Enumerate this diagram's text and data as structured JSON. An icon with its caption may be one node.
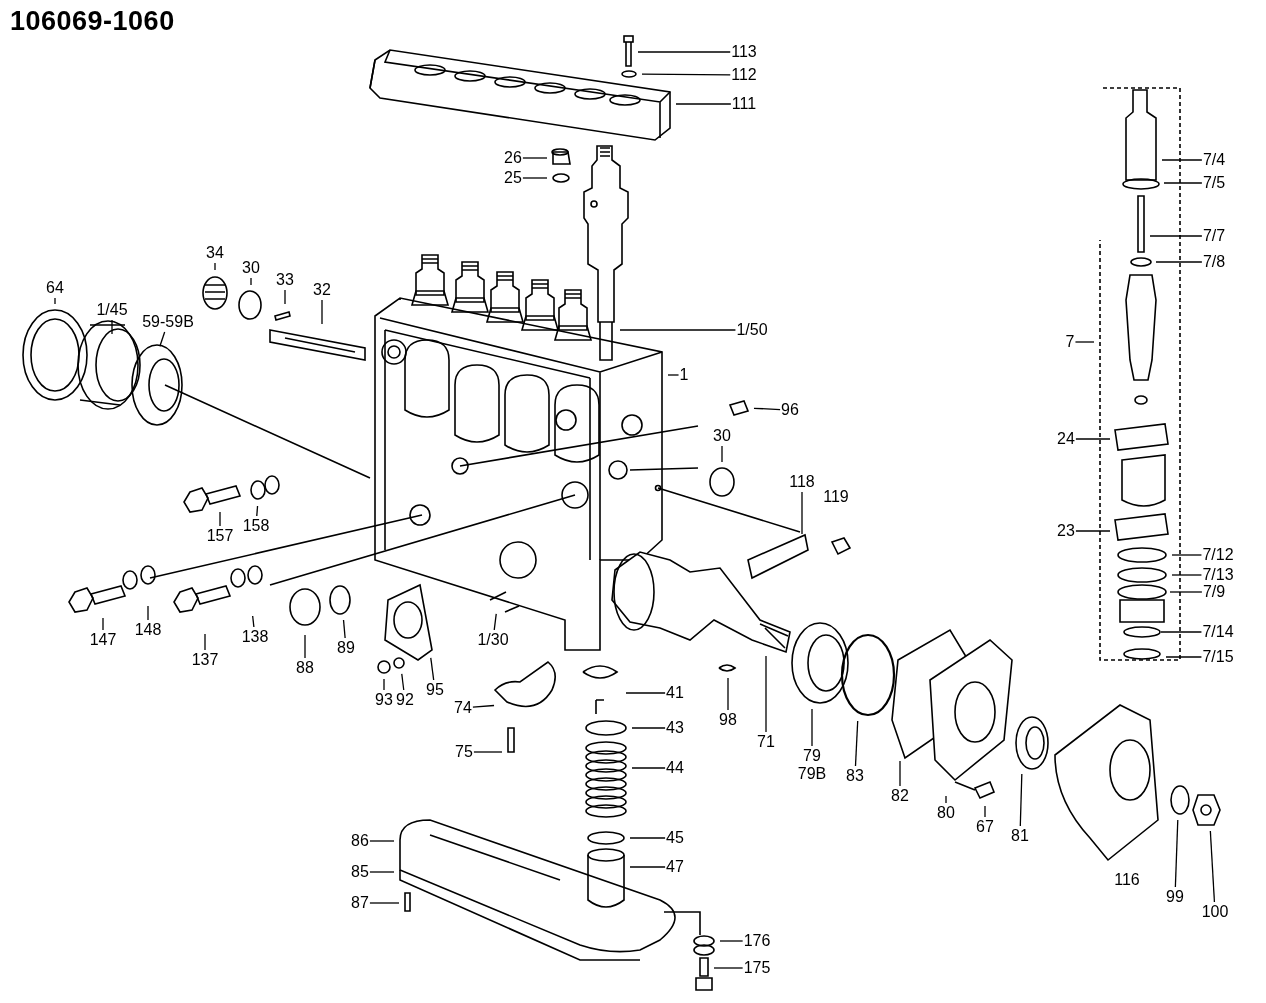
{
  "diagram": {
    "title": "106069-1060",
    "nodes": [
      {
        "text": [
          "113"
        ]
      },
      {
        "text": [
          "112"
        ]
      },
      {
        "text": [
          "111"
        ]
      },
      {
        "text": [
          "26"
        ]
      },
      {
        "text": [
          "25"
        ]
      },
      {
        "text": [
          "1/50"
        ]
      },
      {
        "text": [
          "1"
        ]
      },
      {
        "text": [
          "96"
        ]
      },
      {
        "text": [
          "30"
        ]
      },
      {
        "text": [
          "118"
        ]
      },
      {
        "text": [
          "34"
        ]
      },
      {
        "text": [
          "30"
        ]
      },
      {
        "text": [
          "33"
        ]
      },
      {
        "text": [
          "32"
        ]
      },
      {
        "text": [
          "64"
        ]
      },
      {
        "text": [
          "1/45"
        ]
      },
      {
        "text": [
          "59-59B"
        ]
      },
      {
        "text": [
          "7/4"
        ]
      },
      {
        "text": [
          "7/5"
        ]
      },
      {
        "text": [
          "7/7"
        ]
      },
      {
        "text": [
          "7/8"
        ]
      },
      {
        "text": [
          "7"
        ]
      },
      {
        "text": [
          "24"
        ]
      },
      {
        "text": [
          "23"
        ]
      },
      {
        "text": [
          "7/12"
        ]
      },
      {
        "text": [
          "7/13"
        ]
      },
      {
        "text": [
          "7/9"
        ]
      },
      {
        "text": [
          "7/14"
        ]
      },
      {
        "text": [
          "7/15"
        ]
      },
      {
        "text": [
          "157"
        ]
      },
      {
        "text": [
          "158"
        ]
      },
      {
        "text": [
          "147"
        ]
      },
      {
        "text": [
          "148"
        ]
      },
      {
        "text": [
          "137"
        ]
      },
      {
        "text": [
          "138"
        ]
      },
      {
        "text": [
          "88"
        ]
      },
      {
        "text": [
          "89"
        ]
      },
      {
        "text": [
          "95"
        ]
      },
      {
        "text": [
          "93"
        ]
      },
      {
        "text": [
          "92"
        ]
      },
      {
        "text": [
          "1/30"
        ]
      },
      {
        "text": [
          "74"
        ]
      },
      {
        "text": [
          "75"
        ]
      },
      {
        "text": [
          "41"
        ]
      },
      {
        "text": [
          "43"
        ]
      },
      {
        "text": [
          "44"
        ]
      },
      {
        "text": [
          "45"
        ]
      },
      {
        "text": [
          "47"
        ]
      },
      {
        "text": [
          "86"
        ]
      },
      {
        "text": [
          "85"
        ]
      },
      {
        "text": [
          "87"
        ]
      },
      {
        "text": [
          "176"
        ]
      },
      {
        "text": [
          "175"
        ]
      },
      {
        "text": [
          "98"
        ]
      },
      {
        "text": [
          "71"
        ]
      },
      {
        "text": [
          "79",
          "79B"
        ]
      },
      {
        "text": [
          "83"
        ]
      },
      {
        "text": [
          "82"
        ]
      },
      {
        "text": [
          "80"
        ]
      },
      {
        "text": [
          "67"
        ]
      },
      {
        "text": [
          "81"
        ]
      },
      {
        "text": [
          "99"
        ]
      },
      {
        "text": [
          "100"
        ]
      }
    ],
    "edges": [
      {
        "from": 0,
        "to": null,
        "arrow": "none"
      },
      {
        "from": 1,
        "to": null,
        "arrow": "none"
      },
      {
        "from": 2,
        "to": null,
        "arrow": "none"
      },
      {
        "from": 3,
        "to": null,
        "arrow": "none"
      },
      {
        "from": 4,
        "to": null,
        "arrow": "none"
      },
      {
        "from": 5,
        "to": null,
        "arrow": "none"
      },
      {
        "from": 6,
        "to": null,
        "arrow": "none"
      },
      {
        "from": 7,
        "to": null,
        "arrow": "none"
      },
      {
        "from": 8,
        "to": null,
        "arrow": "none"
      },
      {
        "from": 9,
        "to": null,
        "arrow": "none"
      },
      {
        "from": 10,
        "to": null,
        "arrow": "none"
      },
      {
        "from": 11,
        "to": null,
        "arrow": "none"
      },
      {
        "from": 12,
        "to": null,
        "arrow": "none"
      },
      {
        "from": 13,
        "to": null,
        "arrow": "none"
      },
      {
        "from": 14,
        "to": null,
        "arrow": "none"
      },
      {
        "from": 15,
        "to": null,
        "arrow": "none"
      },
      {
        "from": 16,
        "to": null,
        "arrow": "none"
      },
      {
        "from": 17,
        "to": null,
        "arrow": "none"
      },
      {
        "from": 18,
        "to": null,
        "arrow": "none"
      },
      {
        "from": 19,
        "to": null,
        "arrow": "none"
      },
      {
        "from": 20,
        "to": null,
        "arrow": "none"
      },
      {
        "from": 21,
        "to": null,
        "arrow": "none"
      },
      {
        "from": 22,
        "to": null,
        "arrow": "none"
      },
      {
        "from": 23,
        "to": null,
        "arrow": "none"
      },
      {
        "from": 24,
        "to": null,
        "arrow": "none"
      },
      {
        "from": 25,
        "to": null,
        "arrow": "none"
      },
      {
        "from": 26,
        "to": null,
        "arrow": "none"
      },
      {
        "from": 27,
        "to": null,
        "arrow": "none"
      },
      {
        "from": 28,
        "to": null,
        "arrow": "none"
      },
      {
        "from": 29,
        "to": null,
        "arrow": "none"
      },
      {
        "from": 30,
        "to": null,
        "arrow": "none"
      },
      {
        "from": 31,
        "to": null,
        "arrow": "none"
      },
      {
        "from": 32,
        "to": null,
        "arrow": "none"
      },
      {
        "from": 33,
        "to": null,
        "arrow": "none"
      },
      {
        "from": 34,
        "to": null,
        "arrow": "none"
      },
      {
        "from": 35,
        "to": null,
        "arrow": "none"
      },
      {
        "from": 36,
        "to": null,
        "arrow": "none"
      },
      {
        "from": 37,
        "to": null,
        "arrow": "none"
      },
      {
        "from": 38,
        "to": null,
        "arrow": "none"
      },
      {
        "from": 39,
        "to": null,
        "arrow": "none"
      },
      {
        "from": 40,
        "to": null,
        "arrow": "none"
      },
      {
        "from": 41,
        "to": null,
        "arrow": "none"
      },
      {
        "from": 42,
        "to": null,
        "arrow": "none"
      },
      {
        "from": 43,
        "to": null,
        "arrow": "none"
      },
      {
        "from": 44,
        "to": null,
        "arrow": "none"
      },
      {
        "from": 45,
        "to": null,
        "arrow": "none"
      },
      {
        "from": 46,
        "to": null,
        "arrow": "none"
      },
      {
        "from": 47,
        "to": null,
        "arrow": "none"
      },
      {
        "from": 48,
        "to": null,
        "arrow": "none"
      },
      {
        "from": 49,
        "to": null,
        "arrow": "none"
      },
      {
        "from": 50,
        "to": null,
        "arrow": "none"
      },
      {
        "from": 51,
        "to": null,
        "arrow": "none"
      },
      {
        "from": 52,
        "to": null,
        "arrow": "none"
      },
      {
        "from": 53,
        "to": null,
        "arrow": "none"
      },
      {
        "from": 54,
        "to": null,
        "arrow": "none"
      },
      {
        "from": 55,
        "to": null,
        "arrow": "none"
      },
      {
        "from": 56,
        "to": null,
        "arrow": "none"
      },
      {
        "from": 57,
        "to": null,
        "arrow": "none"
      },
      {
        "from": 58,
        "to": null,
        "arrow": "none"
      },
      {
        "from": 59,
        "to": null,
        "arrow": "none"
      },
      {
        "from": 60,
        "to": null,
        "arrow": "none"
      },
      {
        "from": 61,
        "to": null,
        "arrow": "none"
      },
      {
        "from": 62,
        "to": null,
        "arrow": "none"
      }
    ],
    "labels": [
      "119",
      "116"
    ]
  }
}
